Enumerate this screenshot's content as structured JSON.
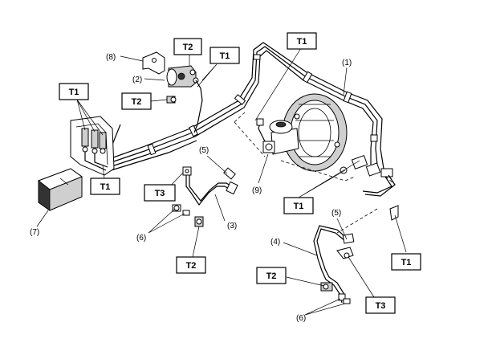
{
  "torque_labels": {
    "t1_top": "T1",
    "t1_upper_right": "T1",
    "t1_left": "T1",
    "t1_abs": "T1",
    "t1_mid_right": "T1",
    "t1_lower_right": "T1",
    "t2_top": "T2",
    "t2_left": "T2",
    "t2_mid": "T2",
    "t2_lower": "T2",
    "t3_mid": "T3",
    "t3_lower": "T3"
  },
  "part_numbers": {
    "p1": "(1)",
    "p2": "(2)",
    "p3": "(3)",
    "p4": "(4)",
    "p5_mid": "(5)",
    "p5_lower": "(5)",
    "p6_mid": "(6)",
    "p6_lower": "(6)",
    "p7": "(7)",
    "p8": "(8)",
    "p9": "(9)"
  }
}
